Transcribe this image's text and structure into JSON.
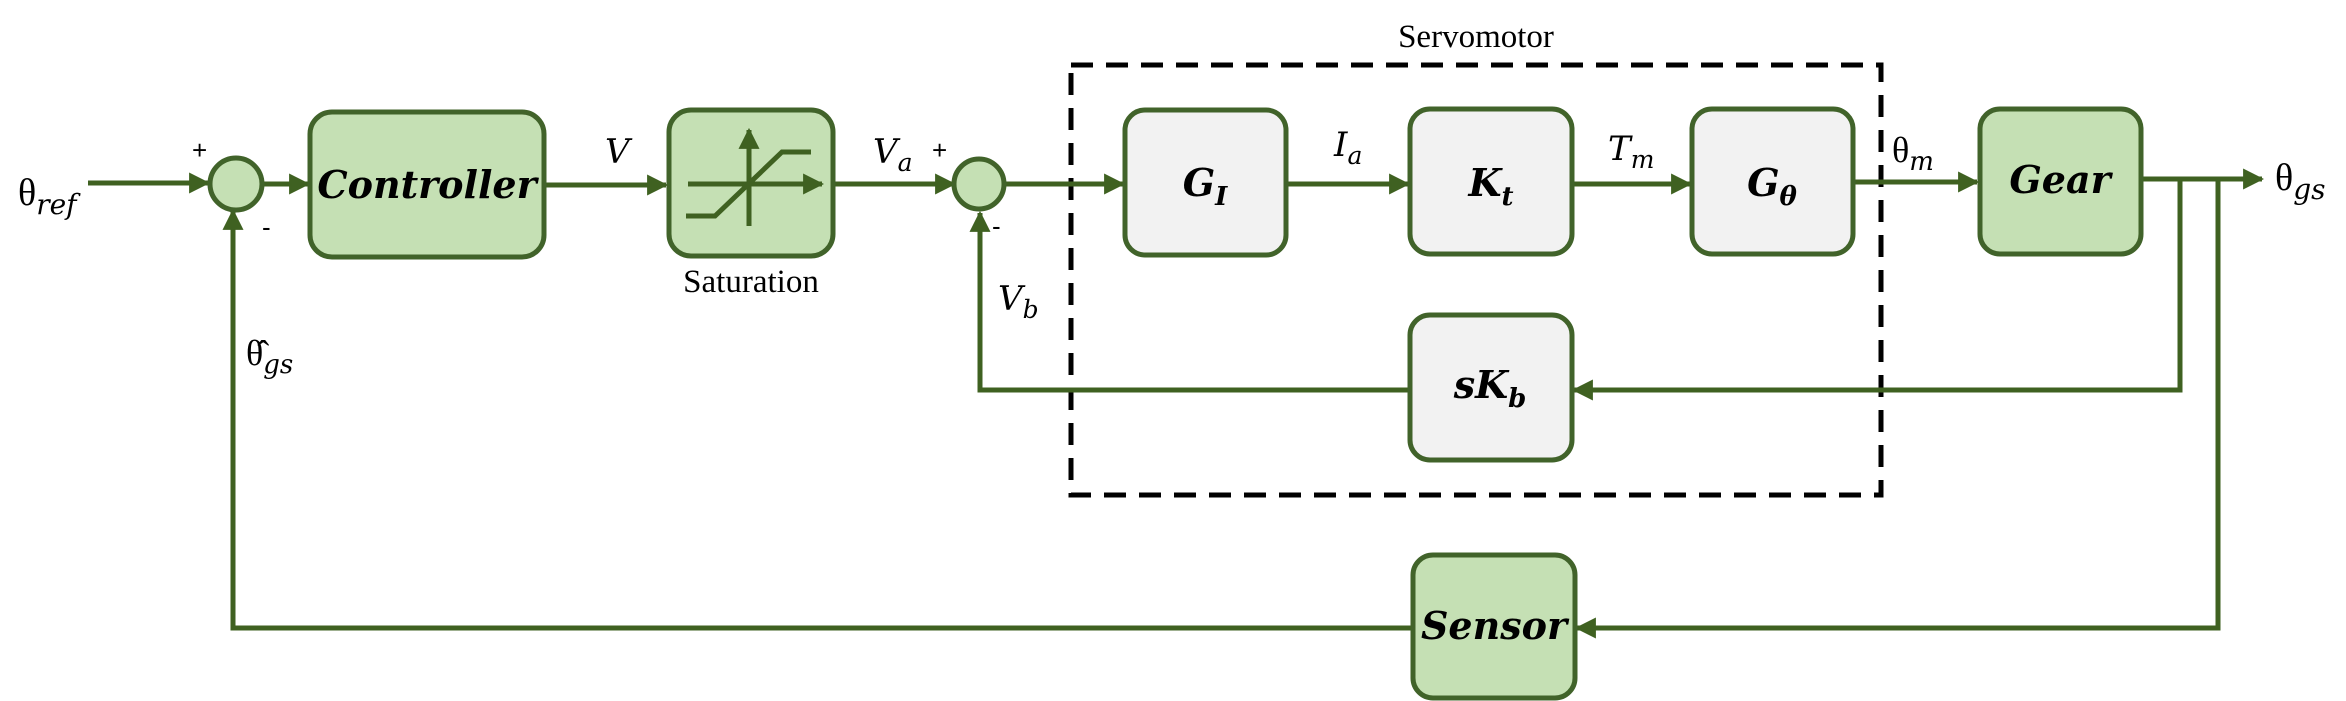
{
  "servomotor_label": "Servomotor",
  "saturation_label": "Saturation",
  "blocks": {
    "controller": "Controller",
    "gear": "Gear",
    "sensor": "Sensor",
    "g_current": {
      "main": "G",
      "sub": "I"
    },
    "k_torque": {
      "main": "K",
      "sub": "t"
    },
    "g_theta": {
      "main": "G",
      "sub": "θ"
    },
    "back_emf": {
      "main": "sK",
      "sub": "b"
    }
  },
  "signals": {
    "theta_ref": {
      "main": "θ",
      "sub": "ref"
    },
    "v": {
      "main": "V"
    },
    "v_a": {
      "main": "V",
      "sub": "a"
    },
    "i_a": {
      "main": "I",
      "sub": "a"
    },
    "t_m": {
      "main": "T",
      "sub": "m"
    },
    "theta_m": {
      "main": "θ",
      "sub": "m"
    },
    "theta_gs": {
      "main": "θ",
      "sub": "gs"
    },
    "v_b": {
      "main": "V",
      "sub": "b"
    },
    "theta_gs_hat": {
      "main": "θ̂",
      "sub": "gs"
    }
  },
  "signs": {
    "sum1_plus": "+",
    "sum1_minus": "-",
    "sum2_plus": "+",
    "sum2_minus": "-"
  }
}
